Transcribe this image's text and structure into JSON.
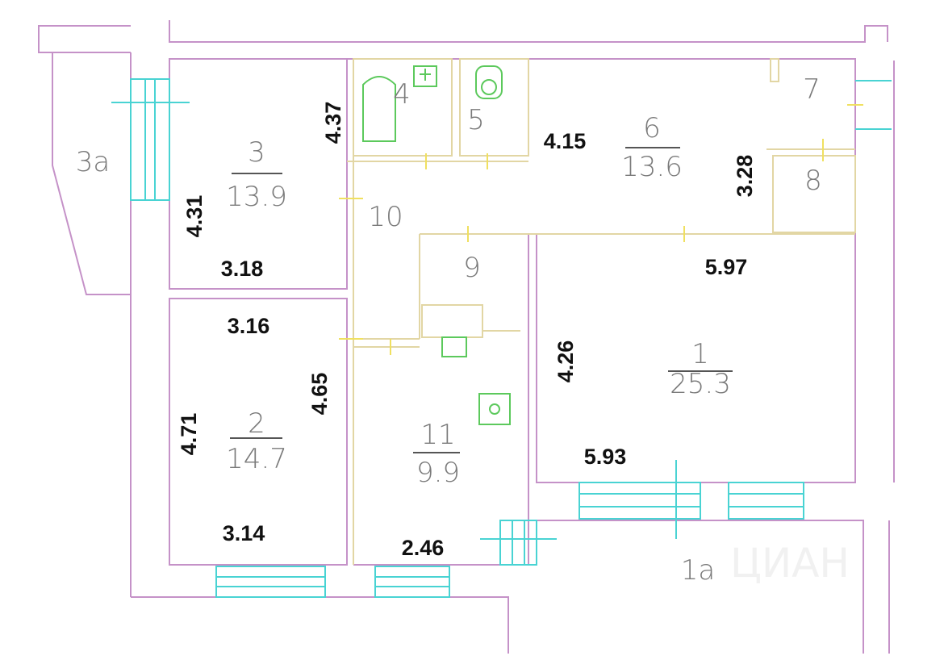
{
  "rooms": {
    "r1": {
      "number": "1",
      "area": "25.3"
    },
    "r1a": {
      "number": "1a"
    },
    "r2": {
      "number": "2",
      "area": "14.7"
    },
    "r3": {
      "number": "3",
      "area": "13.9"
    },
    "r3a": {
      "number": "3a"
    },
    "r4": {
      "number": "4"
    },
    "r5": {
      "number": "5"
    },
    "r6": {
      "number": "6",
      "area": "13.6"
    },
    "r7": {
      "number": "7"
    },
    "r8": {
      "number": "8"
    },
    "r9": {
      "number": "9"
    },
    "r10": {
      "number": "10"
    },
    "r11": {
      "number": "11",
      "area": "9.9"
    }
  },
  "dimensions": {
    "r3_height": "4.31",
    "r3_width": "3.18",
    "r3_right": "4.37",
    "r2_top": "3.16",
    "r2_left": "4.71",
    "r2_right": "4.65",
    "r2_bottom": "3.14",
    "r6_width": "4.15",
    "r6_height": "3.28",
    "r1_top": "5.97",
    "r1_left": "4.26",
    "r1_bottom": "5.93",
    "r11_bottom": "2.46"
  },
  "watermark": "ЦИАН"
}
